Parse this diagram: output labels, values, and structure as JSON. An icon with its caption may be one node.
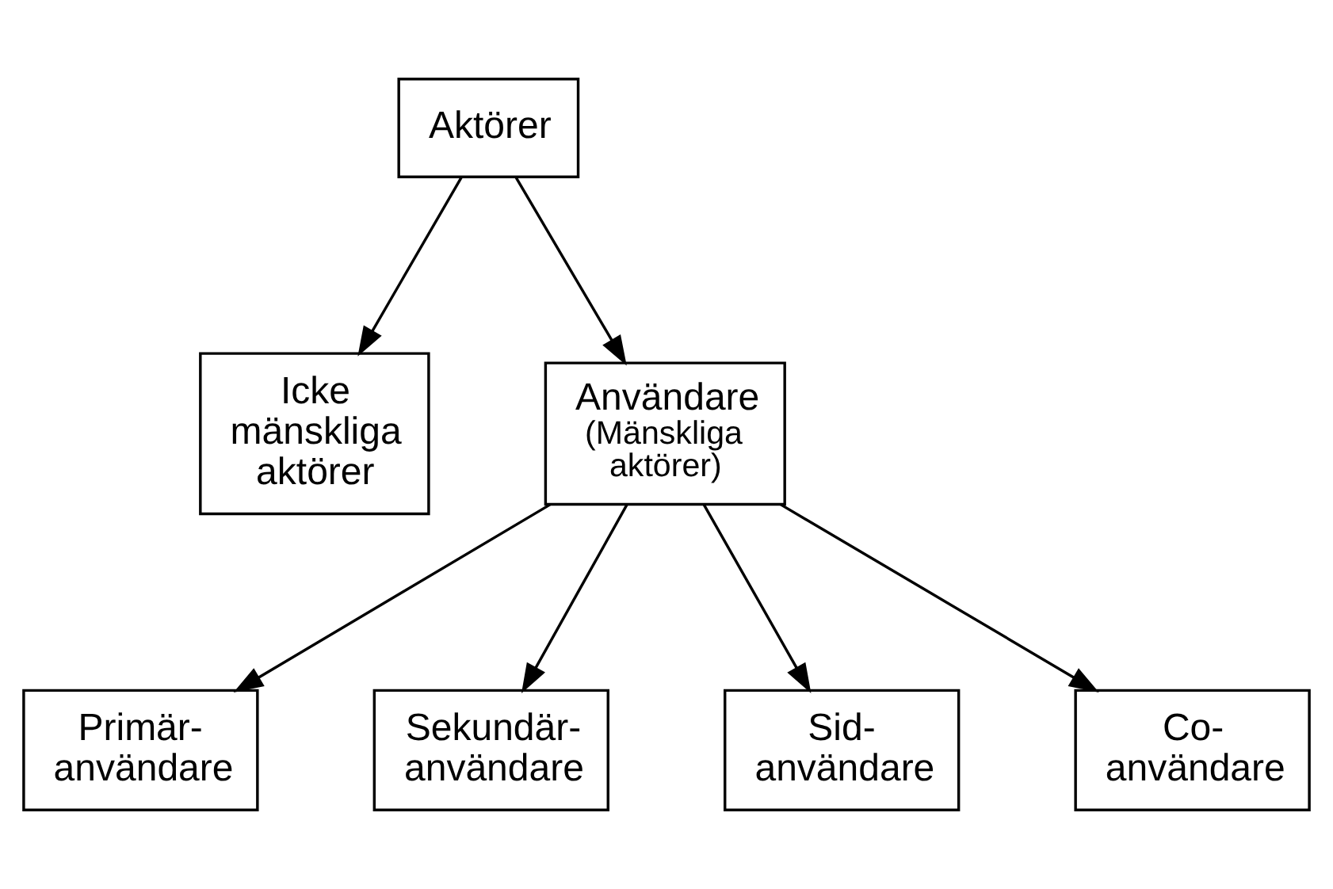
{
  "diagram": {
    "nodes": [
      {
        "text": [
          "Aktörer"
        ]
      },
      {
        "text": [
          "Icke mänskliga aktörer"
        ]
      },
      {
        "text": [
          "Användare",
          "(Mänskliga aktörer)"
        ]
      },
      {
        "text": [
          "Primär- användare"
        ]
      },
      {
        "text": [
          "Sekundär- användare"
        ]
      },
      {
        "text": [
          "Sid- användare"
        ]
      },
      {
        "text": [
          "Co- användare"
        ]
      }
    ],
    "edges": [
      {
        "from": 0,
        "to": 1,
        "arrow": "to"
      },
      {
        "from": 0,
        "to": 2,
        "arrow": "to"
      },
      {
        "from": 2,
        "to": 3,
        "arrow": "to"
      },
      {
        "from": 2,
        "to": 4,
        "arrow": "to"
      },
      {
        "from": 2,
        "to": 5,
        "arrow": "to"
      },
      {
        "from": 2,
        "to": 6,
        "arrow": "to"
      }
    ]
  }
}
